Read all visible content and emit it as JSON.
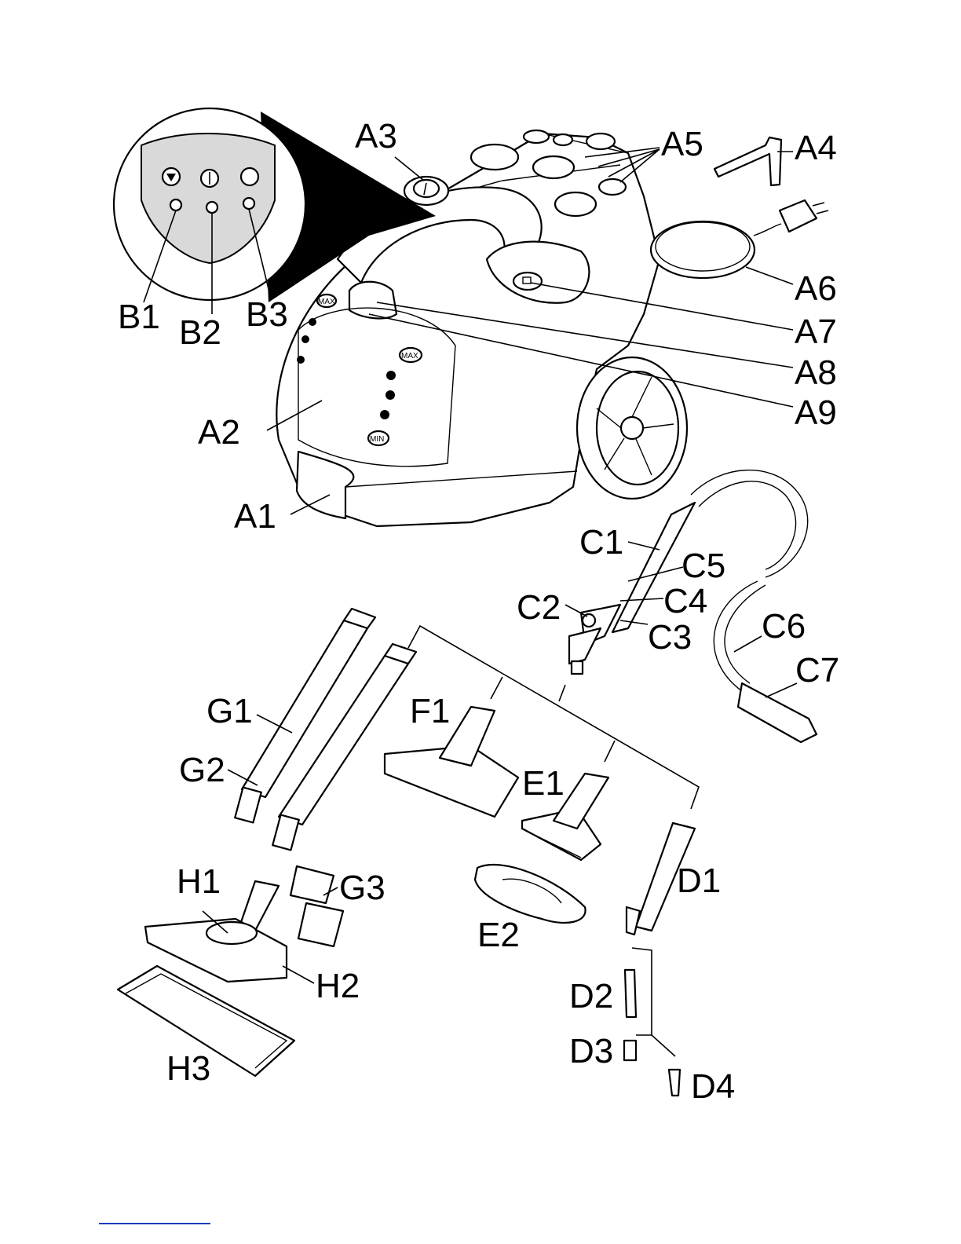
{
  "labels": {
    "A1": "A1",
    "A2": "A2",
    "A3": "A3",
    "A4": "A4",
    "A5": "A5",
    "A6": "A6",
    "A7": "A7",
    "A8": "A8",
    "A9": "A9",
    "B1": "B1",
    "B2": "B2",
    "B3": "B3",
    "C1": "C1",
    "C2": "C2",
    "C3": "C3",
    "C4": "C4",
    "C5": "C5",
    "C6": "C6",
    "C7": "C7",
    "D1": "D1",
    "D2": "D2",
    "D3": "D3",
    "D4": "D4",
    "E1": "E1",
    "E2": "E2",
    "F1": "F1",
    "G1": "G1",
    "G2": "G2",
    "G3": "G3",
    "H1": "H1",
    "H2": "H2",
    "H3": "H3"
  },
  "tank_marks": {
    "max_left": "MAX",
    "max_right": "MAX",
    "min": "MIN"
  },
  "colors": {
    "ink": "#000000",
    "panel": "#d9d9d9",
    "footer_rule": "#1a3fbf"
  }
}
